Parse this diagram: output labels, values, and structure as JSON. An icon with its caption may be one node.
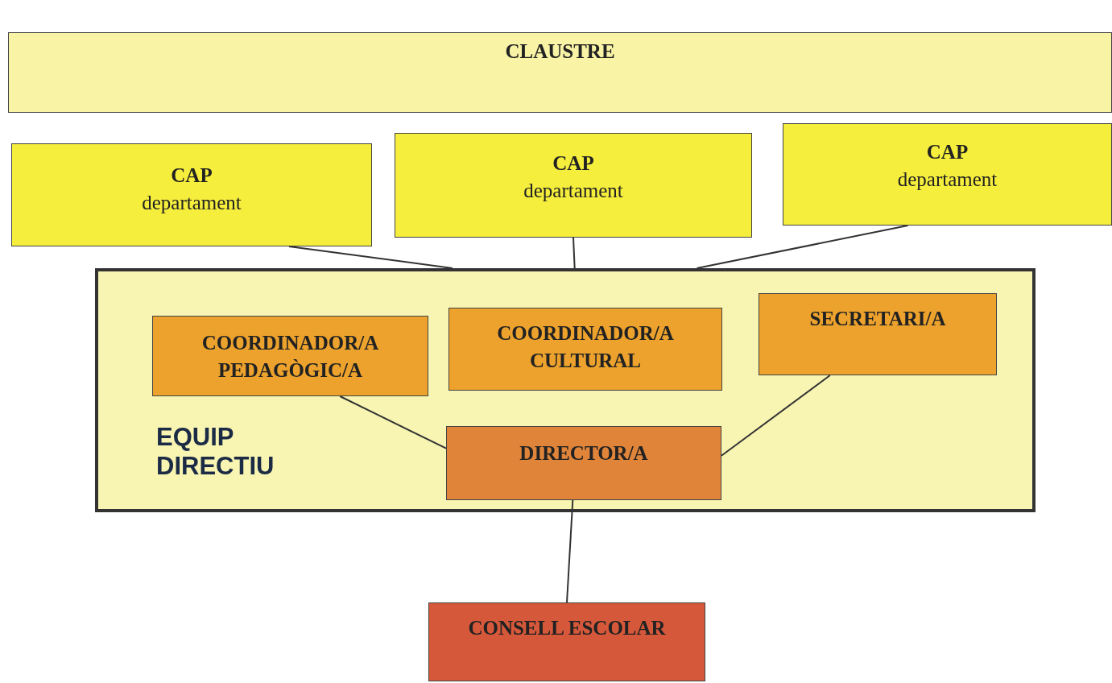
{
  "diagram": {
    "nodes": [
      {
        "text": [
          "CLAUSTRE"
        ]
      },
      {
        "text": [
          "CAP",
          "departament"
        ]
      },
      {
        "text": [
          "CAP",
          "departament"
        ]
      },
      {
        "text": [
          "CAP",
          "departament"
        ]
      },
      {
        "text": [
          "EQUIP DIRECTIU"
        ]
      },
      {
        "text": [
          "COORDINADOR/A PEDAGÒGIC/A"
        ],
        "in": 4
      },
      {
        "text": [
          "COORDINADOR/A CULTURAL"
        ],
        "in": 4
      },
      {
        "text": [
          "SECRETARI/A"
        ],
        "in": 4
      },
      {
        "text": [
          "DIRECTOR/A"
        ],
        "in": 4
      },
      {
        "text": [
          "CONSELL ESCOLAR"
        ]
      }
    ],
    "edges": [
      {
        "from": 1,
        "to": 4,
        "arrow": "none"
      },
      {
        "from": 2,
        "to": 4,
        "arrow": "none"
      },
      {
        "from": 3,
        "to": 4,
        "arrow": "none"
      },
      {
        "from": 5,
        "to": 8,
        "arrow": "none"
      },
      {
        "from": 7,
        "to": 8,
        "arrow": "none"
      },
      {
        "from": 8,
        "to": 9,
        "arrow": "none"
      }
    ]
  }
}
